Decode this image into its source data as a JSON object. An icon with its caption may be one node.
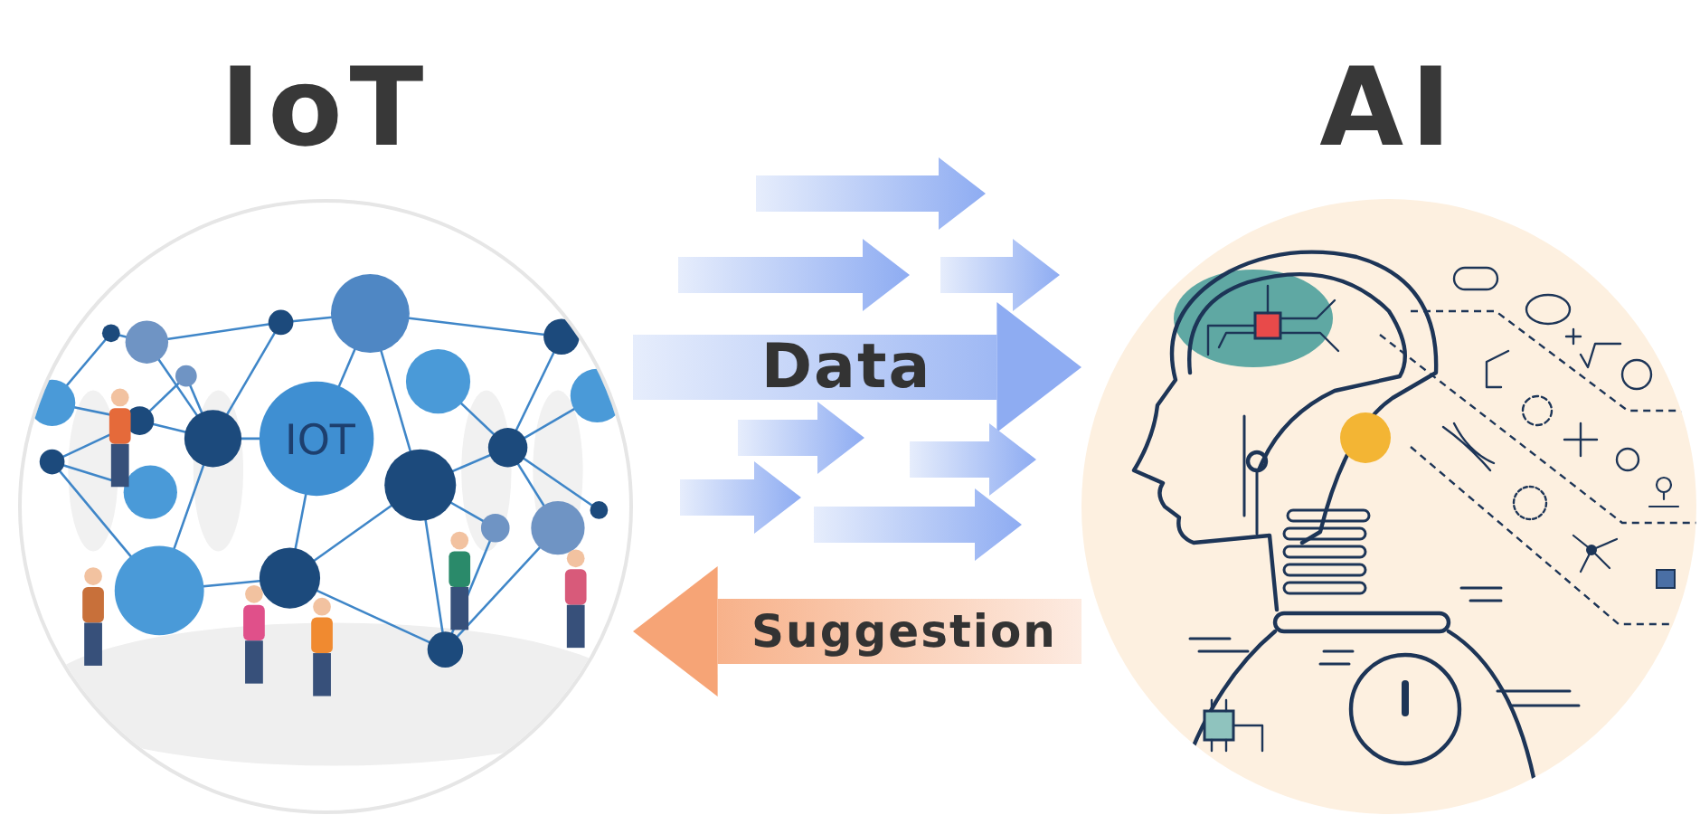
{
  "diagram": {
    "nodes": [
      {
        "text": [
          "IoT"
        ]
      },
      {
        "text": [
          "AI"
        ]
      }
    ],
    "edges": [
      {
        "from": 0,
        "to": 1,
        "arrow": "to",
        "label": "Data",
        "style": "thick"
      },
      {
        "from": 1,
        "to": 0,
        "arrow": "to",
        "label": "Suggestion",
        "style": "thick",
        "color": "#f6a476"
      }
    ],
    "labels": [
      "IOT"
    ]
  }
}
